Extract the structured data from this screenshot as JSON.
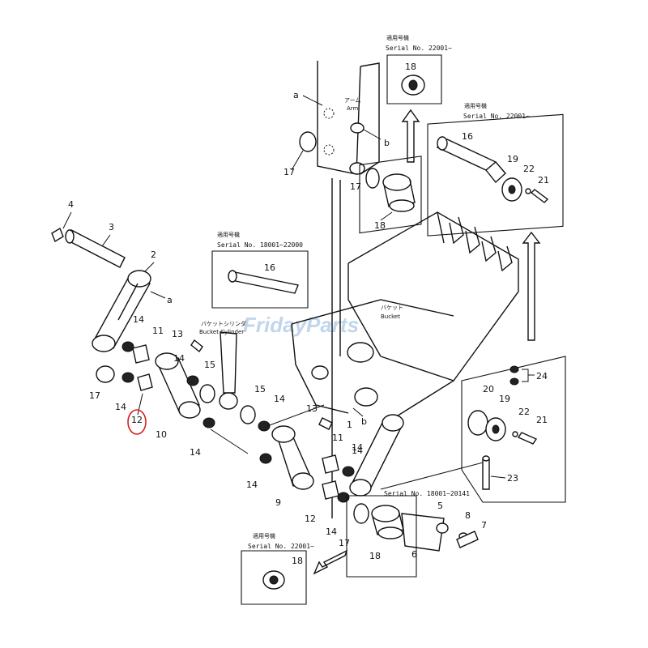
{
  "diagram": {
    "callouts": {
      "n1": "1",
      "n2": "2",
      "n3": "3",
      "n4": "4",
      "n5": "5",
      "n6": "6",
      "n7": "7",
      "n8": "8",
      "n9": "9",
      "n10": "10",
      "n11a": "11",
      "n11b": "11",
      "n12a": "12",
      "n12b": "12",
      "n13a": "13",
      "n13b": "13",
      "n14a": "14",
      "n14b": "14",
      "n14c": "14",
      "n14d": "14",
      "n14e": "14",
      "n14f": "14",
      "n14g": "14",
      "n14h": "14",
      "n14i": "14",
      "n15a": "15",
      "n15b": "15",
      "n16a": "16",
      "n16b": "16",
      "n17a": "17",
      "n17b": "17",
      "n17c": "17",
      "n17d": "17",
      "n18a": "18",
      "n18b": "18",
      "n18c": "18",
      "n18d": "18",
      "n19a": "19",
      "n19b": "19",
      "n20": "20",
      "n21a": "21",
      "n21b": "21",
      "n22a": "22",
      "n22b": "22",
      "n23": "23",
      "n24": "24",
      "a1": "a",
      "a2": "a",
      "b1": "b",
      "b2": "b"
    },
    "highlighted_part": "12",
    "highlight_color": "#d42020",
    "labels": {
      "arm_jp": "アーム",
      "arm_en": "Arm",
      "cyl_jp": "バケットシリンダ",
      "cyl_en": "Bucket Cylinder",
      "bucket_jp": "バケット",
      "bucket_en": "Bucket"
    },
    "serial_boxes": {
      "jp": "適用号機",
      "top": "Serial No. 22001~",
      "right": "Serial No. 22001~",
      "left": "Serial No. 18001~22000",
      "bottom": "Serial No. 22001~",
      "mid": "Serial No. 18001~20141"
    },
    "watermark": "FridayParts",
    "colors": {
      "line": "#111111",
      "watermark": "#8fb4dc"
    }
  }
}
